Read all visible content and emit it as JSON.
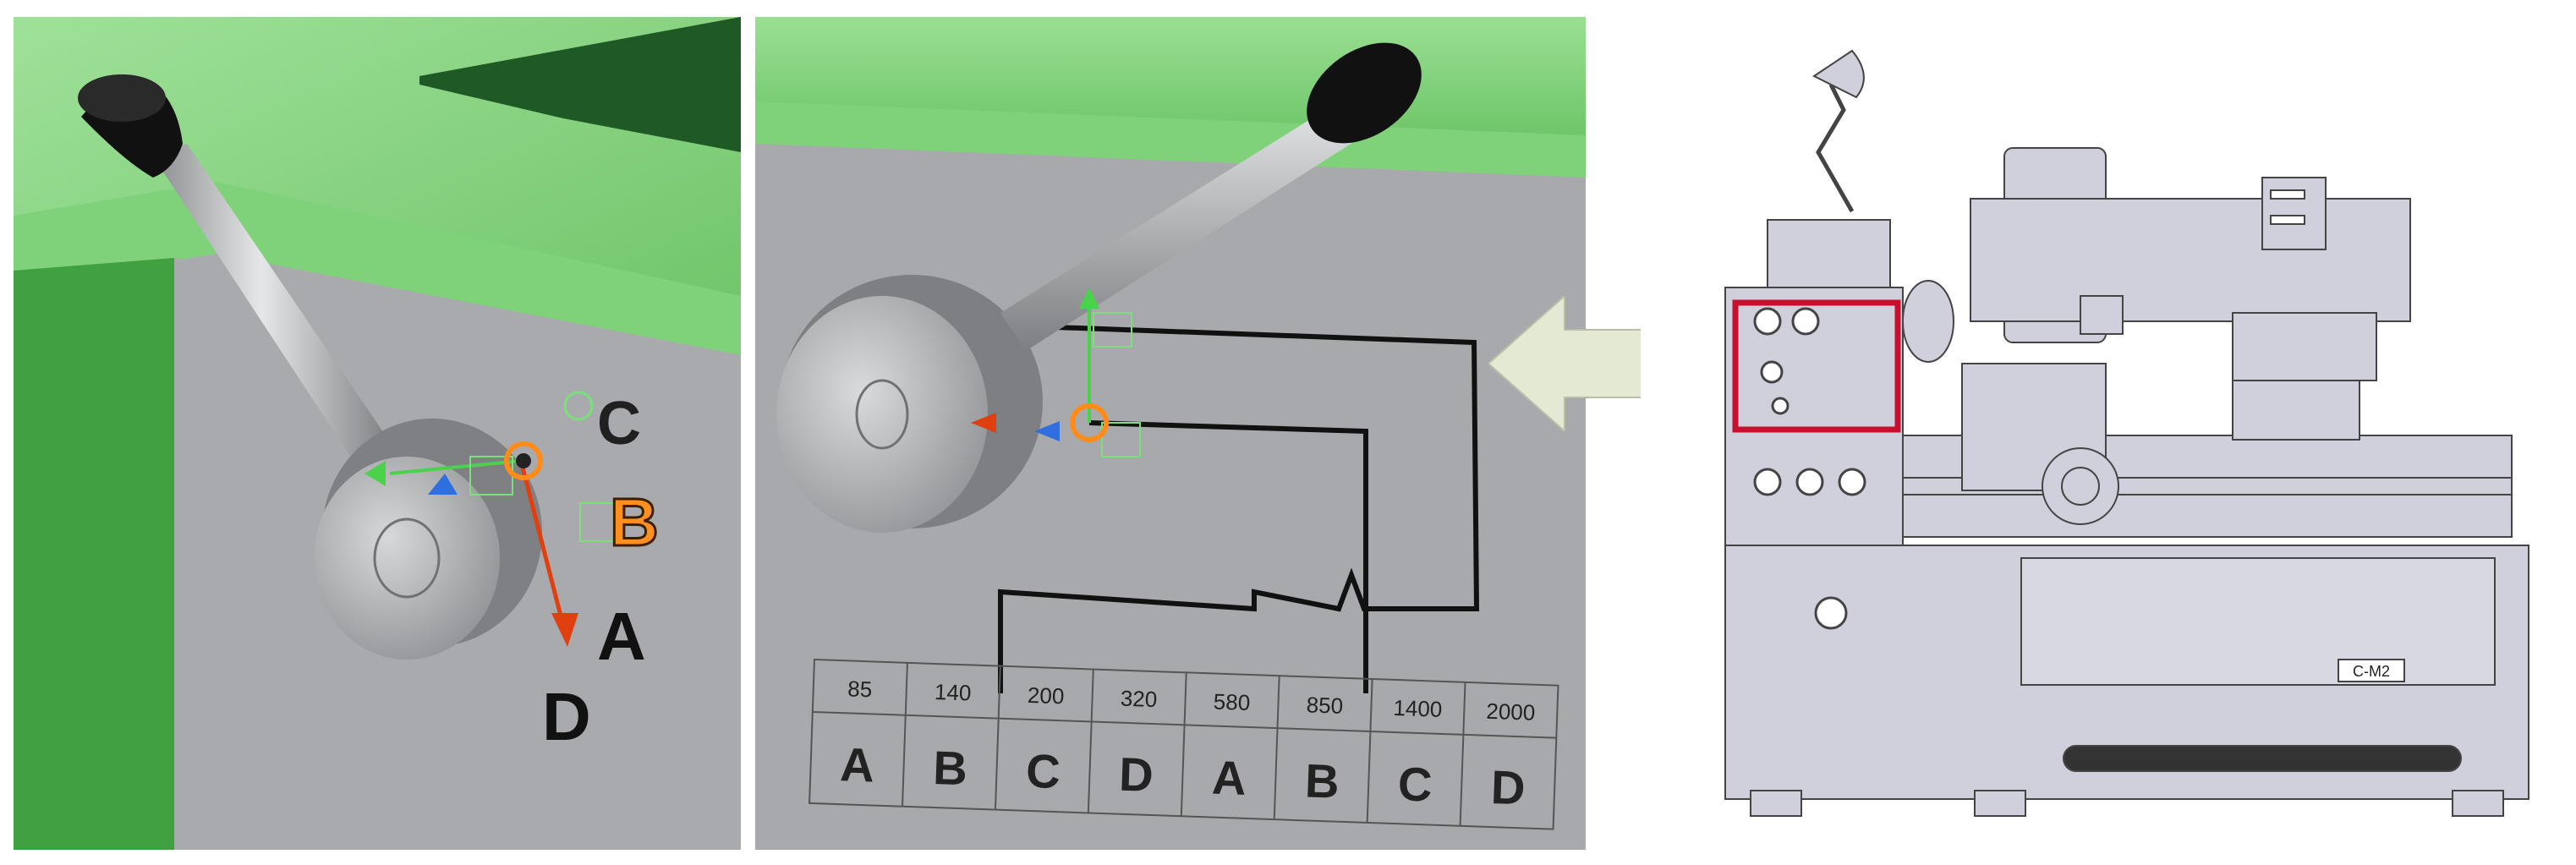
{
  "left_panel": {
    "labels": {
      "a": "A",
      "b": "B",
      "c": "C",
      "d": "D"
    }
  },
  "middle_panel": {
    "speed_table": {
      "speeds": [
        "85",
        "140",
        "200",
        "320",
        "580",
        "850",
        "1400",
        "2000"
      ],
      "positions": [
        "A",
        "B",
        "C",
        "D",
        "A",
        "B",
        "C",
        "D"
      ]
    }
  },
  "right_panel": {
    "nameplate": "C-M2",
    "highlight_color": "#c8102e",
    "arrow_color": "#e4e9d3"
  }
}
